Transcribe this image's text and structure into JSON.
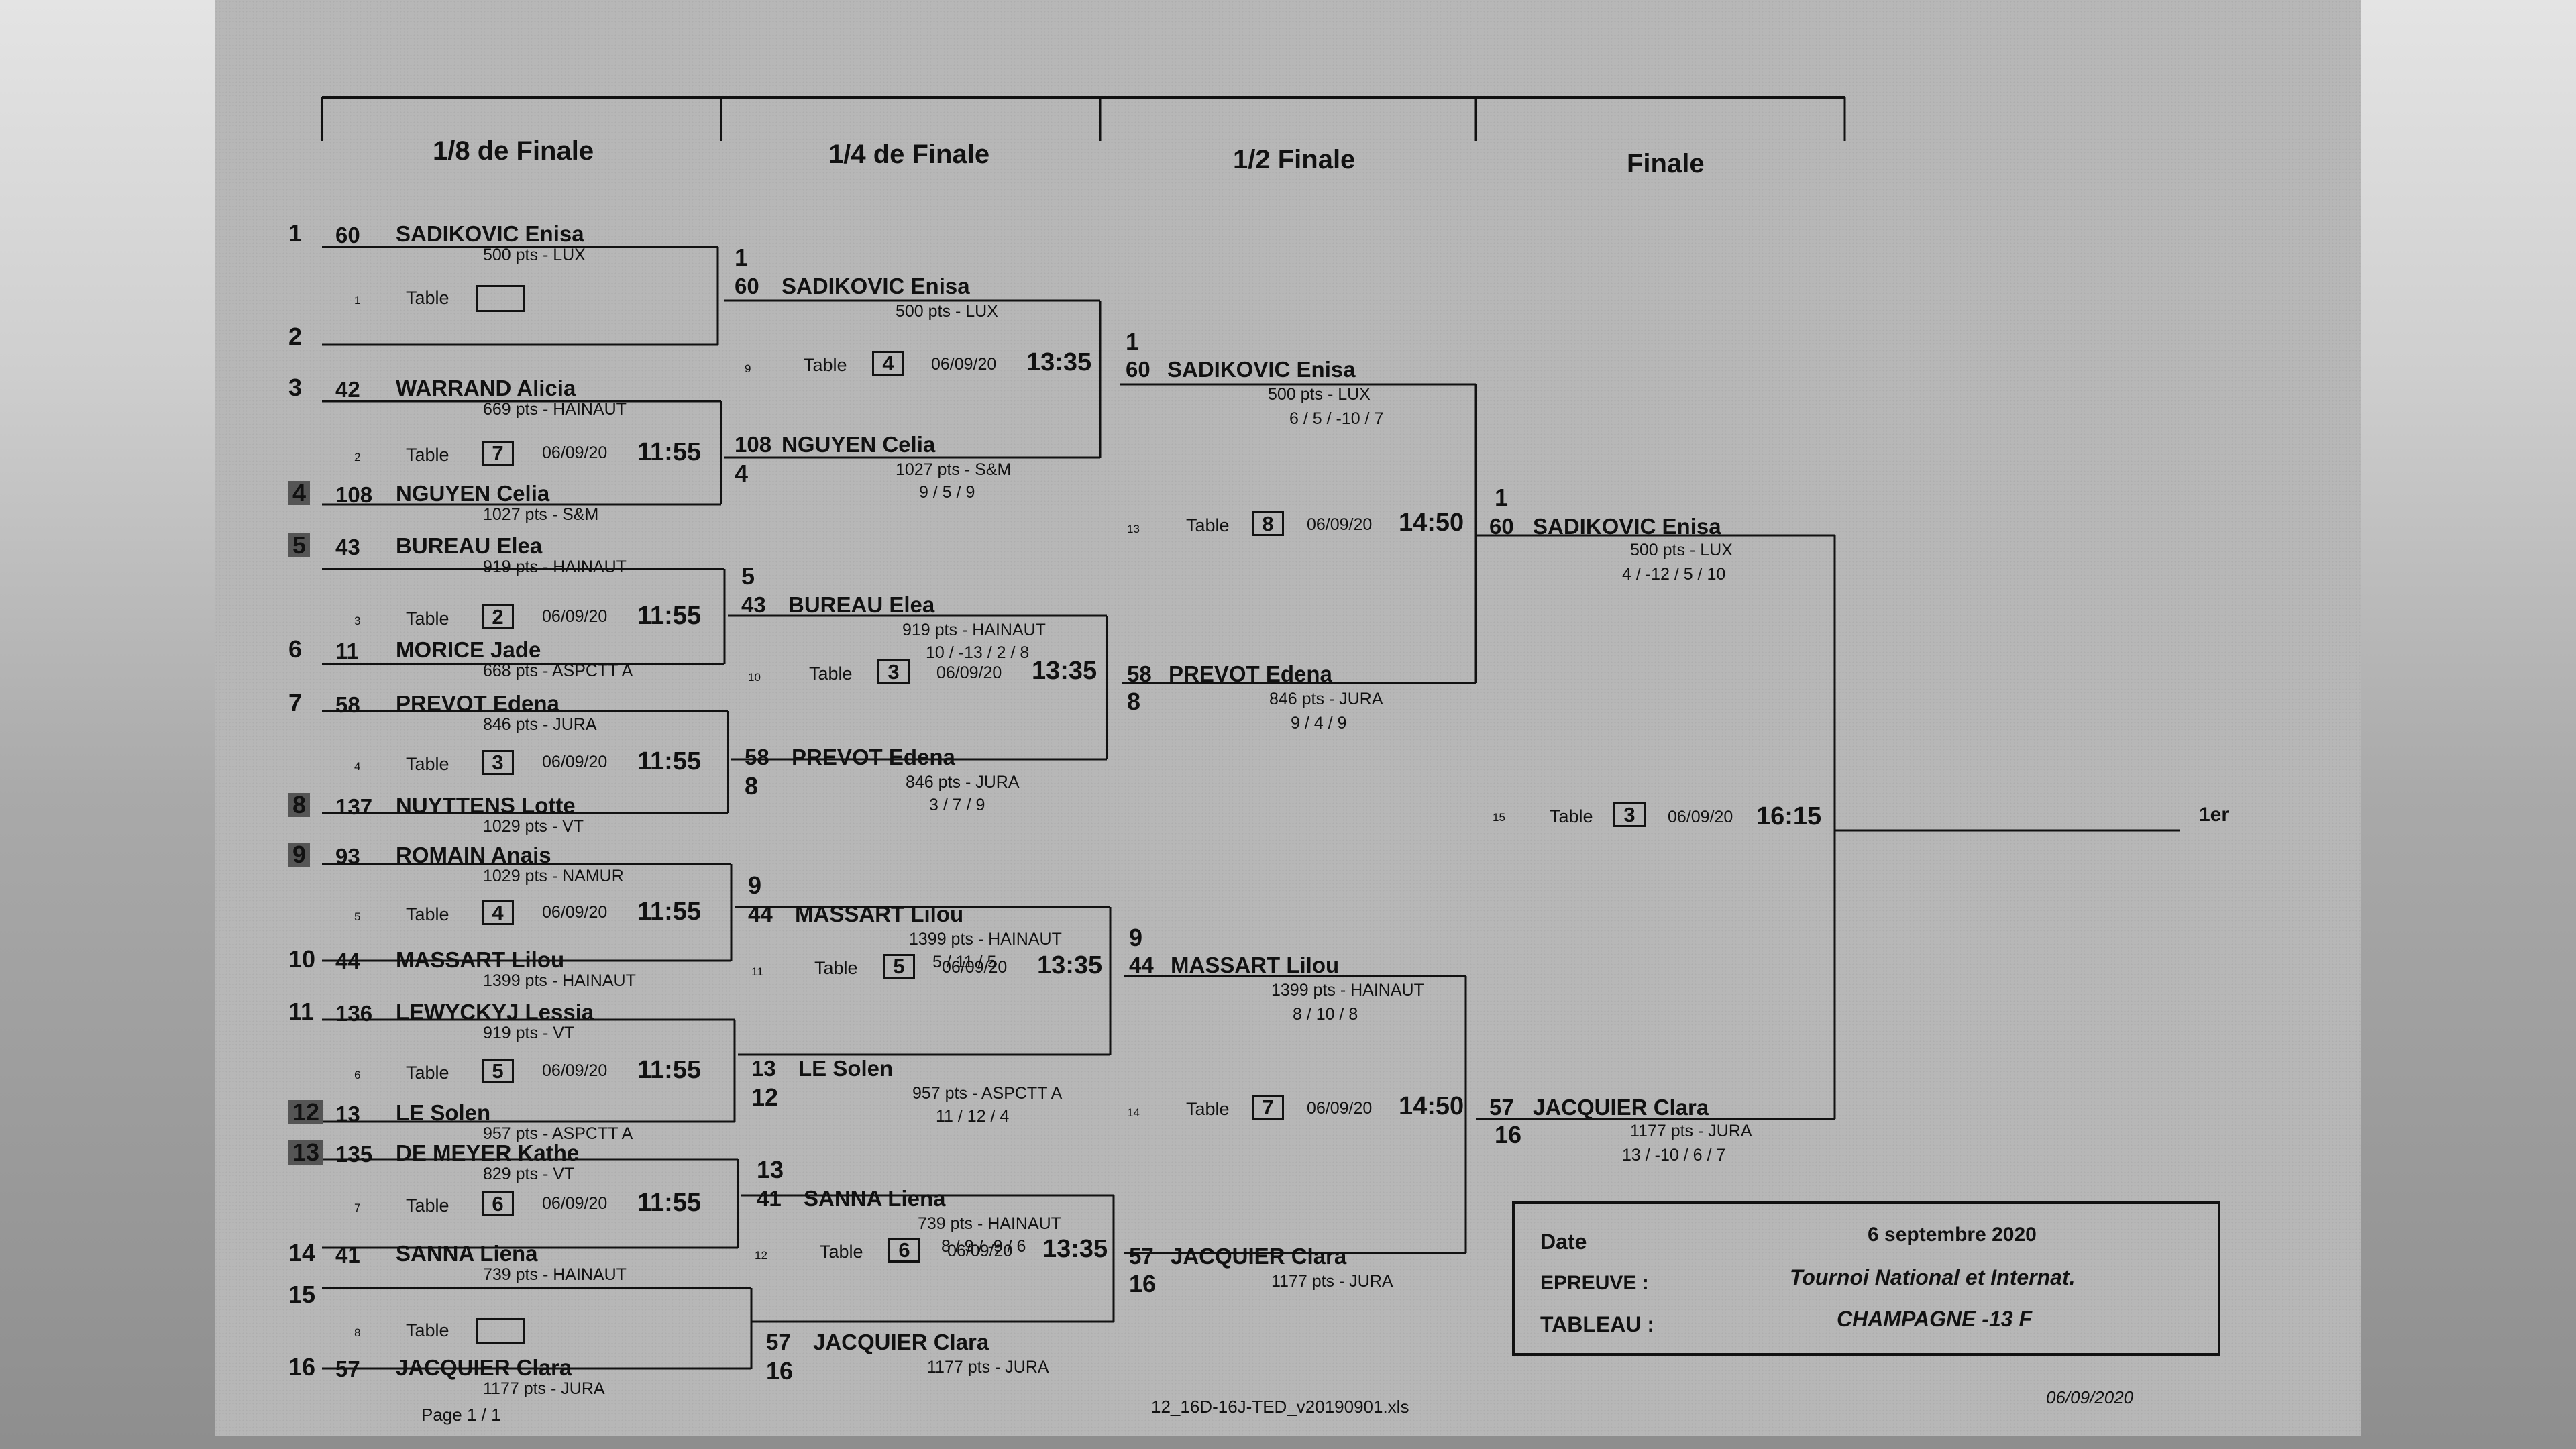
{
  "rounds": [
    "1/8 de Finale",
    "1/4 de Finale",
    "1/2 Finale",
    "Finale"
  ],
  "labels": {
    "table": "Table",
    "winner_label": "1er"
  },
  "r1": [
    {
      "seed": "1",
      "num": "60",
      "name": "SADIKOVIC  Enisa",
      "pts": "500 pts - LUX",
      "shaded": false
    },
    {
      "seed": "2",
      "num": "",
      "name": "",
      "pts": "",
      "shaded": false
    },
    {
      "seed": "3",
      "num": "42",
      "name": "WARRAND  Alicia",
      "pts": "669 pts - HAINAUT",
      "shaded": false
    },
    {
      "seed": "4",
      "num": "108",
      "name": "NGUYEN  Celia",
      "pts": "1027 pts - S&M",
      "shaded": true
    },
    {
      "seed": "5",
      "num": "43",
      "name": "BUREAU  Elea",
      "pts": "919 pts - HAINAUT",
      "shaded": true
    },
    {
      "seed": "6",
      "num": "11",
      "name": "MORICE  Jade",
      "pts": "668 pts - ASPCTT A",
      "shaded": false
    },
    {
      "seed": "7",
      "num": "58",
      "name": "PREVOT  Edena",
      "pts": "846 pts - JURA",
      "shaded": false
    },
    {
      "seed": "8",
      "num": "137",
      "name": "NUYTTENS  Lotte",
      "pts": "1029 pts - VT",
      "shaded": true
    },
    {
      "seed": "9",
      "num": "93",
      "name": "ROMAIN  Anais",
      "pts": "1029 pts - NAMUR",
      "shaded": true
    },
    {
      "seed": "10",
      "num": "44",
      "name": "MASSART  Lilou",
      "pts": "1399 pts - HAINAUT",
      "shaded": false
    },
    {
      "seed": "11",
      "num": "136",
      "name": "LEWYCKYJ  Lessia",
      "pts": "919 pts - VT",
      "shaded": false
    },
    {
      "seed": "12",
      "num": "13",
      "name": "LE  Solen",
      "pts": "957 pts - ASPCTT A",
      "shaded": true
    },
    {
      "seed": "13",
      "num": "135",
      "name": "DE MEYER  Kathe",
      "pts": "829 pts - VT",
      "shaded": true
    },
    {
      "seed": "14",
      "num": "41",
      "name": "SANNA  Liena",
      "pts": "739 pts - HAINAUT",
      "shaded": false
    },
    {
      "seed": "15",
      "num": "",
      "name": "",
      "pts": "",
      "shaded": false
    },
    {
      "seed": "16",
      "num": "57",
      "name": "JACQUIER  Clara",
      "pts": "1177 pts - JURA",
      "shaded": false
    }
  ],
  "m1": [
    {
      "id": "1",
      "table": "",
      "date": "",
      "time": ""
    },
    {
      "id": "2",
      "table": "7",
      "date": "06/09/20",
      "time": "11:55"
    },
    {
      "id": "3",
      "table": "2",
      "date": "06/09/20",
      "time": "11:55"
    },
    {
      "id": "4",
      "table": "3",
      "date": "06/09/20",
      "time": "11:55"
    },
    {
      "id": "5",
      "table": "4",
      "date": "06/09/20",
      "time": "11:55"
    },
    {
      "id": "6",
      "table": "5",
      "date": "06/09/20",
      "time": "11:55"
    },
    {
      "id": "7",
      "table": "6",
      "date": "06/09/20",
      "time": "11:55"
    },
    {
      "id": "8",
      "table": "",
      "date": "",
      "time": ""
    }
  ],
  "r2": [
    {
      "seed": "1",
      "num": "60",
      "name": "SADIKOVIC  Enisa",
      "pts": "500 pts - LUX",
      "score": ""
    },
    {
      "seed": "4",
      "num": "108",
      "name": "NGUYEN  Celia",
      "pts": "1027 pts - S&M",
      "score": "9 / 5 / 9"
    },
    {
      "seed": "5",
      "num": "43",
      "name": "BUREAU  Elea",
      "pts": "919 pts - HAINAUT",
      "score": "10 / -13 / 2 / 8"
    },
    {
      "seed": "8",
      "num": "58",
      "name": "PREVOT  Edena",
      "pts": "846 pts - JURA",
      "score": "3 / 7 / 9"
    },
    {
      "seed": "9",
      "num": "44",
      "name": "MASSART  Lilou",
      "pts": "1399 pts - HAINAUT",
      "score": "5 / 11 / 5"
    },
    {
      "seed": "12",
      "num": "13",
      "name": "LE  Solen",
      "pts": "957 pts - ASPCTT A",
      "score": "11 / 12 / 4"
    },
    {
      "seed": "13",
      "num": "41",
      "name": "SANNA  Liena",
      "pts": "739 pts - HAINAUT",
      "score": "8 / 9 / -9 / 6"
    },
    {
      "seed": "16",
      "num": "57",
      "name": "JACQUIER  Clara",
      "pts": "1177 pts - JURA",
      "score": ""
    }
  ],
  "m2": [
    {
      "id": "9",
      "table": "4",
      "date": "06/09/20",
      "time": "13:35"
    },
    {
      "id": "10",
      "table": "3",
      "date": "06/09/20",
      "time": "13:35"
    },
    {
      "id": "11",
      "table": "5",
      "date": "06/09/20",
      "time": "13:35"
    },
    {
      "id": "12",
      "table": "6",
      "date": "06/09/20",
      "time": "13:35"
    }
  ],
  "r3": [
    {
      "seed": "1",
      "num": "60",
      "name": "SADIKOVIC  Enisa",
      "pts": "500 pts - LUX",
      "score": "6 / 5 / -10 / 7"
    },
    {
      "seed": "8",
      "num": "58",
      "name": "PREVOT  Edena",
      "pts": "846 pts - JURA",
      "score": "9 / 4 / 9"
    },
    {
      "seed": "9",
      "num": "44",
      "name": "MASSART  Lilou",
      "pts": "1399 pts - HAINAUT",
      "score": "8 / 10 / 8"
    },
    {
      "seed": "16",
      "num": "57",
      "name": "JACQUIER  Clara",
      "pts": "1177 pts - JURA",
      "score": ""
    }
  ],
  "m3": [
    {
      "id": "13",
      "table": "8",
      "date": "06/09/20",
      "time": "14:50"
    },
    {
      "id": "14",
      "table": "7",
      "date": "06/09/20",
      "time": "14:50"
    }
  ],
  "r4": [
    {
      "seed": "1",
      "num": "60",
      "name": "SADIKOVIC  Enisa",
      "pts": "500 pts - LUX",
      "score": "4 / -12 / 5 / 10"
    },
    {
      "seed": "16",
      "num": "57",
      "name": "JACQUIER  Clara",
      "pts": "1177 pts - JURA",
      "score": "13 / -10 / 6 / 7"
    }
  ],
  "m4": [
    {
      "id": "15",
      "table": "3",
      "date": "06/09/20",
      "time": "16:15"
    }
  ],
  "info": {
    "date_label": "Date",
    "date_value": "6 septembre 2020",
    "epreuve_label": "EPREUVE :",
    "epreuve_value": "Tournoi National et Internat.",
    "tableau_label": "TABLEAU :",
    "tableau_value": "CHAMPAGNE -13 F"
  },
  "footer": {
    "page": "Page 1 / 1",
    "file": "12_16D-16J-TED_v20190901.xls",
    "date": "06/09/2020"
  },
  "colors": {
    "paper": "#b7b7b7",
    "ink": "#111111",
    "background": "#9a9a9a",
    "seed_shade": "#555555"
  }
}
